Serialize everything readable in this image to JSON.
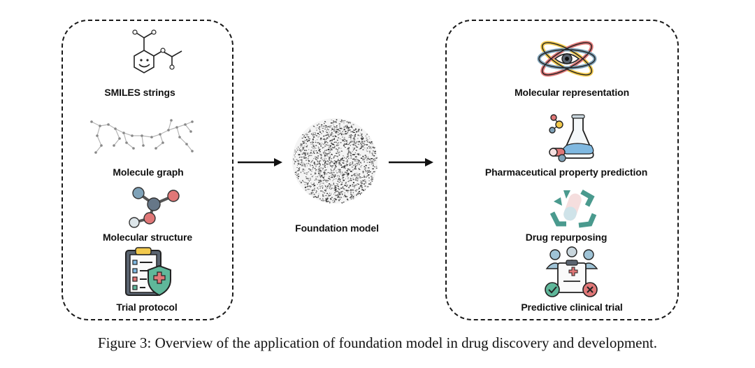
{
  "inputs": {
    "smiles_label": "SMILES strings",
    "graph_label": "Molecule graph",
    "structure_label": "Molecular structure",
    "trial_label": "Trial protocol"
  },
  "model": {
    "label": "Foundation model"
  },
  "applications": {
    "representation_label": "Molecular representation",
    "property_label": "Pharmaceutical property prediction",
    "repurposing_label": "Drug repurposing",
    "clinical_label": "Predictive clinical trial"
  },
  "caption": "Figure 3: Overview of the application of foundation model in drug discovery and development.",
  "icons": {
    "smiles": "aspirin-structure-icon",
    "graph": "molecule-graph-icon",
    "structure": "ball-and-stick-molecule-icon",
    "trial": "clipboard-shield-icon",
    "model": "noise-sphere-icon",
    "representation": "atom-eye-icon",
    "property": "flask-pills-icon",
    "repurposing": "recycle-pill-icon",
    "clinical": "people-clipboard-icon"
  },
  "colors": {
    "red": "#e07777",
    "blue": "#7fa2b8",
    "green": "#5fb79a",
    "teal": "#4a9a8e",
    "yellow": "#f2c94c",
    "dark": "#333333"
  }
}
